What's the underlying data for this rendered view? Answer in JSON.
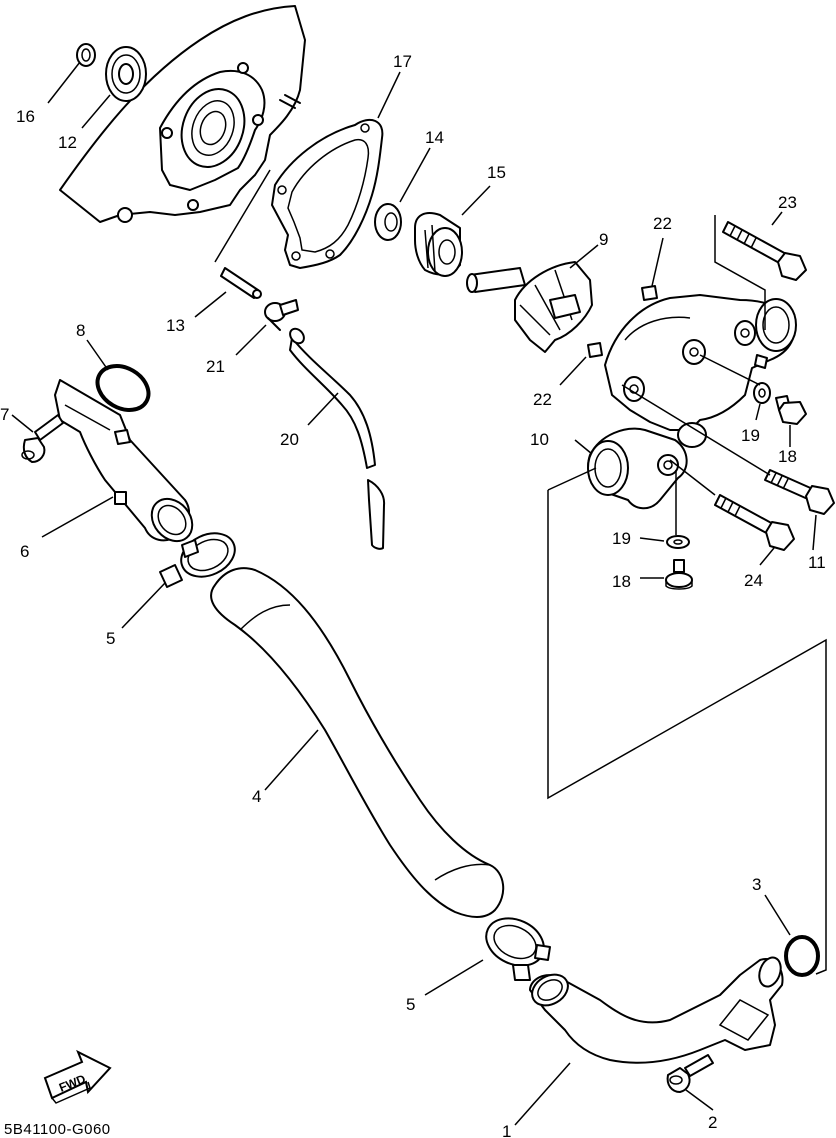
{
  "labels": {
    "p1": "1",
    "p2": "2",
    "p3": "3",
    "p4": "4",
    "p5a": "5",
    "p5b": "5",
    "p6": "6",
    "p7": "7",
    "p8": "8",
    "p9": "9",
    "p10": "10",
    "p11": "11",
    "p12": "12",
    "p13": "13",
    "p14": "14",
    "p15": "15",
    "p16": "16",
    "p17": "17",
    "p18a": "18",
    "p18b": "18",
    "p19a": "19",
    "p19b": "19",
    "p20": "20",
    "p21": "21",
    "p22a": "22",
    "p22b": "22",
    "p23": "23",
    "p24": "24"
  },
  "fwd_label": "FWD",
  "diagram_code": "5B41100-G060"
}
